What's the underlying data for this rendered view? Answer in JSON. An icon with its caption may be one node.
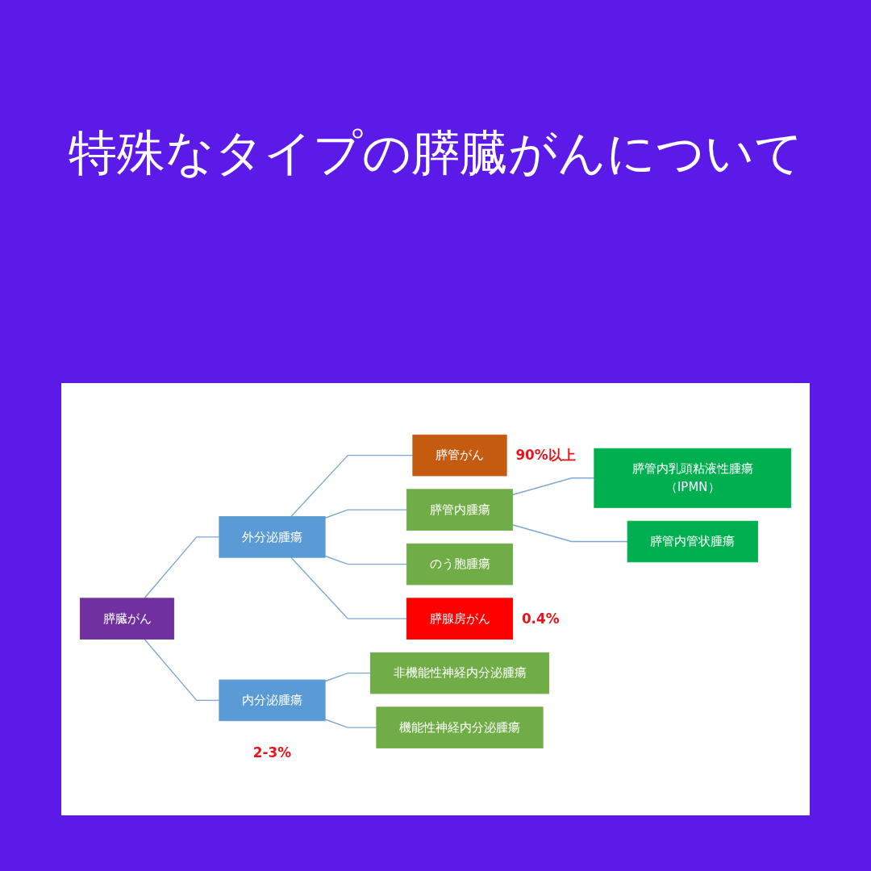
{
  "diagram": {
    "title": "特殊なタイプの膵臓がんについて",
    "nodes": [
      {
        "text": [
          "膵臓がん"
        ]
      },
      {
        "text": [
          "外分泌腫瘍"
        ]
      },
      {
        "text": [
          "内分泌腫瘍"
        ],
        "beside": [
          "2-3%"
        ]
      },
      {
        "text": [
          "膵管がん"
        ],
        "beside": [
          "90%以上"
        ]
      },
      {
        "text": [
          "膵管内腫瘍"
        ]
      },
      {
        "text": [
          "のう胞腫瘍"
        ]
      },
      {
        "text": [
          "膵腺房がん"
        ],
        "beside": [
          "0.4%"
        ]
      },
      {
        "text": [
          "膵管内乳頭粘液性腫瘍（IPMN）"
        ]
      },
      {
        "text": [
          "膵管内管状腫瘍"
        ]
      },
      {
        "text": [
          "非機能性神経内分泌腫瘍"
        ]
      },
      {
        "text": [
          "機能性神経内分泌腫瘍"
        ]
      }
    ],
    "edges": [
      {
        "from": 0,
        "to": 1,
        "arrow": "none"
      },
      {
        "from": 0,
        "to": 2,
        "arrow": "none"
      },
      {
        "from": 1,
        "to": 3,
        "arrow": "none"
      },
      {
        "from": 1,
        "to": 4,
        "arrow": "none"
      },
      {
        "from": 1,
        "to": 5,
        "arrow": "none"
      },
      {
        "from": 1,
        "to": 6,
        "arrow": "none"
      },
      {
        "from": 4,
        "to": 7,
        "arrow": "none"
      },
      {
        "from": 4,
        "to": 8,
        "arrow": "none"
      },
      {
        "from": 2,
        "to": 9,
        "arrow": "none"
      },
      {
        "from": 2,
        "to": 10,
        "arrow": "none"
      }
    ]
  }
}
